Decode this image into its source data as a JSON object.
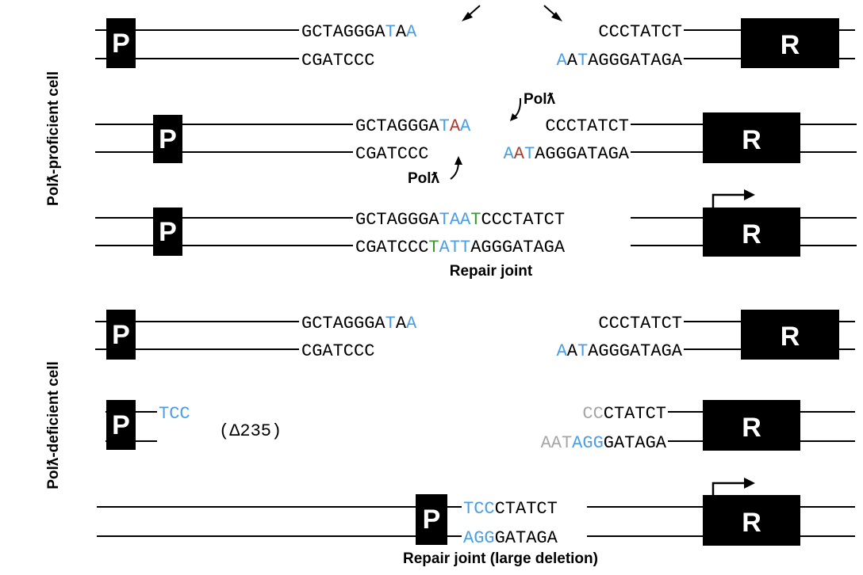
{
  "colors": {
    "blue": "#4a9fe6",
    "red": "#b03a2e",
    "green": "#3a9b2c",
    "gray": "#a6a6a6",
    "black": "#000000"
  },
  "labels": {
    "proficient": "Polƛ-proficient cell",
    "deficient": "Polƛ-deficient cell",
    "polymerase": "Polƛ",
    "repair_joint": "Repair joint",
    "repair_joint_large": "Repair joint (large deletion)",
    "deletion": "(Δ235)",
    "promoter": "P",
    "reporter": "R"
  },
  "panels": {
    "p1": {
      "top_left": [
        [
          "GCTAGGGA",
          "k"
        ],
        [
          "T",
          "b"
        ],
        [
          "A",
          "k"
        ],
        [
          "A",
          "b"
        ]
      ],
      "bot_left": [
        [
          "CGATCCC",
          "k"
        ]
      ],
      "top_right": [
        [
          "CCCTATCT",
          "k"
        ]
      ],
      "bot_right": [
        [
          "A",
          "b"
        ],
        [
          "A",
          "k"
        ],
        [
          "T",
          "b"
        ],
        [
          "AGGGATAGA",
          "k"
        ]
      ]
    },
    "p2": {
      "top_left": [
        [
          "GCTAGGGA",
          "k"
        ],
        [
          "T",
          "b"
        ],
        [
          "A",
          "r"
        ],
        [
          "A",
          "b"
        ]
      ],
      "bot_left": [
        [
          "CGATCCC",
          "k"
        ]
      ],
      "top_right": [
        [
          "CCCTATCT",
          "k"
        ]
      ],
      "bot_right": [
        [
          "A",
          "b"
        ],
        [
          "A",
          "r"
        ],
        [
          "T",
          "b"
        ],
        [
          "AGGGATAGA",
          "k"
        ]
      ]
    },
    "p3": {
      "top": [
        [
          "GCTAGGGA",
          "k"
        ],
        [
          "TAA",
          "b"
        ],
        [
          "T",
          "g"
        ],
        [
          "CCCTATCT",
          "k"
        ]
      ],
      "bot": [
        [
          "CGATCCC",
          "k"
        ],
        [
          "T",
          "g"
        ],
        [
          "ATT",
          "b"
        ],
        [
          "AGGGATAGA",
          "k"
        ]
      ]
    },
    "p4": {
      "top_left": [
        [
          "GCTAGGGA",
          "k"
        ],
        [
          "T",
          "b"
        ],
        [
          "A",
          "k"
        ],
        [
          "A",
          "b"
        ]
      ],
      "bot_left": [
        [
          "CGATCCC",
          "k"
        ]
      ],
      "top_right": [
        [
          "CCCTATCT",
          "k"
        ]
      ],
      "bot_right": [
        [
          "A",
          "b"
        ],
        [
          "A",
          "k"
        ],
        [
          "T",
          "b"
        ],
        [
          "AGGGATAGA",
          "k"
        ]
      ]
    },
    "p5": {
      "left": [
        [
          "TCC",
          "b"
        ]
      ],
      "top_right": [
        [
          "CC",
          "y"
        ],
        [
          "CTATCT",
          "k"
        ]
      ],
      "bot_right": [
        [
          "AAT",
          "y"
        ],
        [
          "AGG",
          "b"
        ],
        [
          "GATAGA",
          "k"
        ]
      ]
    },
    "p6": {
      "top": [
        [
          "TCC",
          "b"
        ],
        [
          "CTATCT",
          "k"
        ]
      ],
      "bot": [
        [
          "AGG",
          "b"
        ],
        [
          "GATAGA",
          "k"
        ]
      ]
    }
  }
}
